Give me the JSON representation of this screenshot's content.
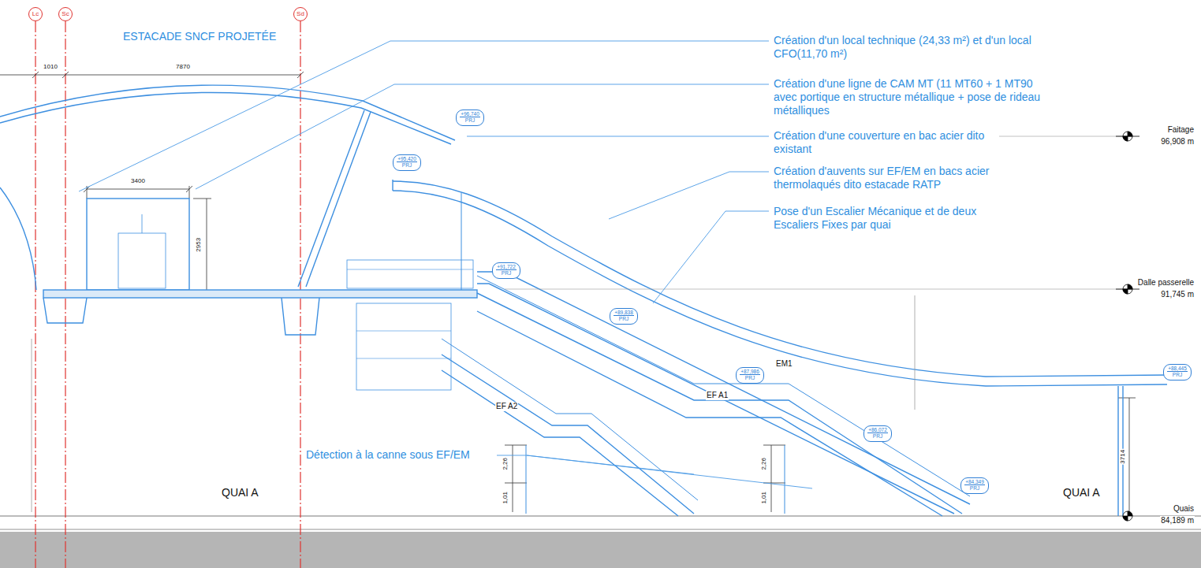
{
  "diagram": {
    "nodes": [
      {
        "text": [
          "Lc"
        ]
      },
      {
        "text": [
          "Sc"
        ]
      },
      {
        "text": [
          "Sd"
        ]
      },
      {
        "text": [
          "+96,740",
          "PRJ"
        ]
      },
      {
        "text": [
          "+95,420",
          "PRJ"
        ]
      },
      {
        "text": [
          "+91,722",
          "PRJ"
        ]
      },
      {
        "text": [
          "+89,838",
          "PRJ"
        ]
      },
      {
        "text": [
          "+88,445",
          "PRJ"
        ]
      },
      {
        "text": [
          "+87,986",
          "PRJ"
        ]
      },
      {
        "text": [
          "+86,072",
          "PRJ"
        ]
      },
      {
        "text": [
          "+84,349",
          "PRJ"
        ]
      }
    ],
    "labels": [
      "ESTACADE SNCF PROJETÉE",
      "1010",
      "7870",
      "Création d'un local technique (24,33 m²) et d'un local CFO(11,70 m²)",
      "Création d'une ligne de CAM MT (11 MT60 + 1 MT90 avec portique en structure métallique + pose de rideau métalliques",
      "Création d'une couverture en bac acier dito existant",
      "Création d'auvents sur EF/EM en bacs acier thermolaqués dito estacade RATP",
      "Pose d'un Escalier Mécanique et de deux Escaliers Fixes par quai",
      "3400",
      "2953",
      "EF A2",
      "EF A1",
      "EM1",
      "Détection à la canne sous EF/EM",
      "QUAI A",
      "QUAI A",
      "2,26",
      "1,01",
      "2,26",
      "1,01",
      "3714",
      "Faitage",
      "96,908 m",
      "Dalle passerelle",
      "91,745 m",
      "Quais",
      "84,189 m"
    ]
  }
}
